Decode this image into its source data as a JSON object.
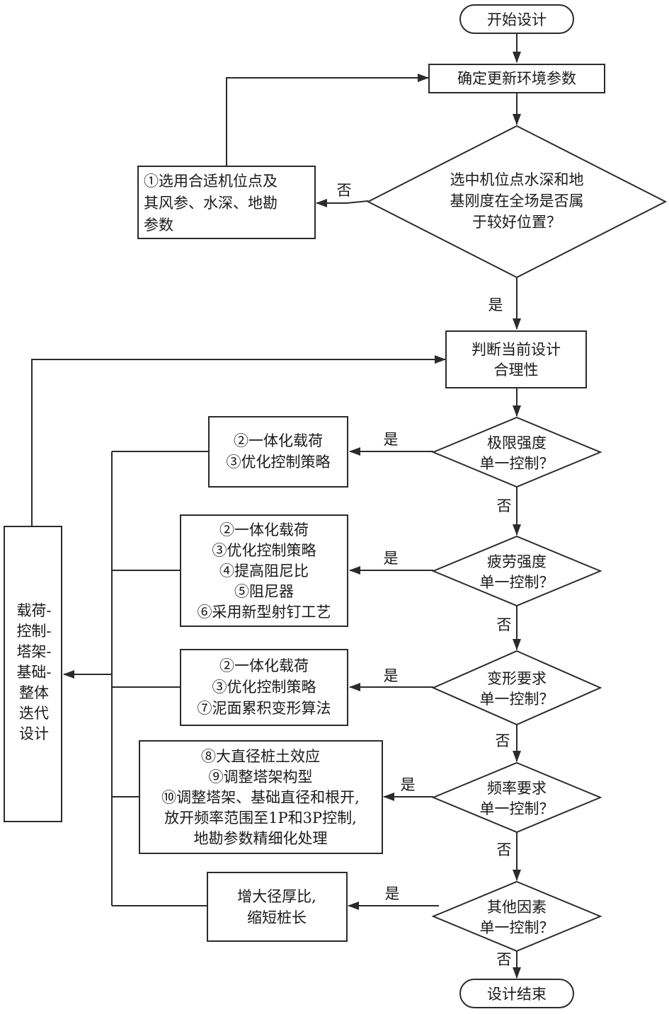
{
  "flowchart": {
    "start": "开始设计",
    "update_env": "确定更新环境参数",
    "site_decision": [
      "选中机位点水深和地",
      "基刚度在全场是否属",
      "于较好位置？"
    ],
    "site_no_action": [
      "①选用合适机位点及",
      "其风参、水深、地勘",
      "参数"
    ],
    "judge": [
      "判断当前设计",
      "合理性"
    ],
    "checks": [
      {
        "question": [
          "极限强度",
          "单一控制？"
        ],
        "actions": [
          "②一体化载荷",
          "③优化控制策略"
        ]
      },
      {
        "question": [
          "疲劳强度",
          "单一控制？"
        ],
        "actions": [
          "②一体化载荷",
          "③优化控制策略",
          "④提高阻尼比",
          "⑤阻尼器",
          "⑥采用新型射钉工艺"
        ]
      },
      {
        "question": [
          "变形要求",
          "单一控制？"
        ],
        "actions": [
          "②一体化载荷",
          "③优化控制策略",
          "⑦泥面累积变形算法"
        ]
      },
      {
        "question": [
          "频率要求",
          "单一控制？"
        ],
        "actions": [
          "⑧大直径桩土效应",
          "⑨调整塔架构型",
          "⑩调整塔架、基础直径和根开,",
          "放开频率范围至1P和3P控制,",
          "地勘参数精细化处理"
        ]
      },
      {
        "question": [
          "其他因素",
          "单一控制？"
        ],
        "actions": [
          "增大径厚比,",
          "缩短桩长"
        ]
      }
    ],
    "iteration": [
      "载荷-",
      "控制-",
      "塔架-",
      "基础-",
      "整体",
      "迭代",
      "设计"
    ],
    "end": "设计结束",
    "yes": "是",
    "no": "否"
  }
}
